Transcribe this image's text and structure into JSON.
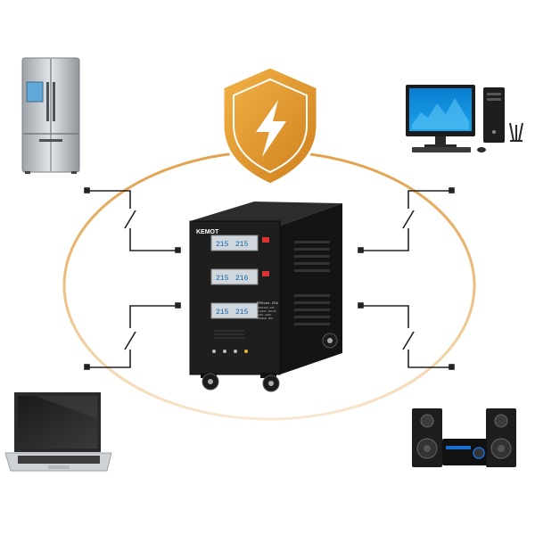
{
  "stabilizer": {
    "brand": "KEMOT",
    "model": "PROsen-25k",
    "spec_lines": [
      "URZ3420-25k",
      "3x230V 25kVA",
      "100V-280V",
      "PROSEN 3PH"
    ],
    "display_rows": [
      {
        "left": "215",
        "right": "215"
      },
      {
        "left": "215",
        "right": "216"
      },
      {
        "left": "215",
        "right": "215"
      }
    ]
  },
  "icons": {
    "shield": "lightning-shield-icon",
    "top_left": "refrigerator-icon",
    "top_right": "desktop-computer-icon",
    "bottom_left": "laptop-icon",
    "bottom_right": "stereo-system-icon",
    "switches": "circuit-breaker-icon"
  },
  "colors": {
    "ring": "#e8a94a",
    "shield": "#e09a2c",
    "cabinet": "#1e1e1e",
    "display": "#cfd6dc"
  }
}
